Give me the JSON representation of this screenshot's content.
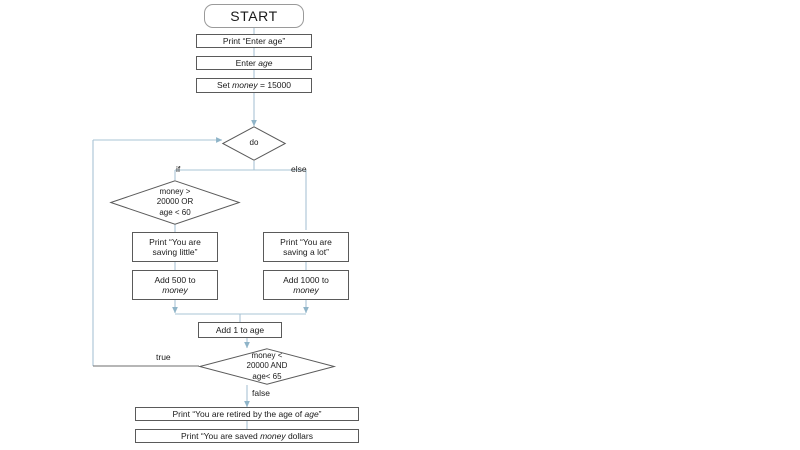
{
  "diagram": {
    "title": "Retirement savings loop flowchart",
    "colors": {
      "wire_light": "#a8c4d4",
      "wire_dark": "#595959",
      "box_border": "#5a5a5a",
      "terminal_border": "#9a9a9a",
      "text": "#1a1a1a",
      "background": "#ffffff"
    },
    "nodes": {
      "start": {
        "label": "START",
        "shape": "terminal"
      },
      "print_enter_age": {
        "pre": "Print “Enter age”",
        "shape": "process"
      },
      "enter_age": {
        "pre": "Enter ",
        "ital": "age",
        "post": "",
        "shape": "process"
      },
      "set_money": {
        "pre": "Set ",
        "ital": "money",
        "post": " =  15000",
        "shape": "process"
      },
      "do": {
        "label": "do",
        "shape": "decision"
      },
      "if_condition": {
        "shape": "decision",
        "lines": [
          "money >",
          "20000  OR",
          "age < 60"
        ]
      },
      "print_saving_little": {
        "lines": [
          "Print “You are",
          "saving little”"
        ],
        "shape": "process"
      },
      "add_500": {
        "pre": "Add 500 to",
        "ital": "money",
        "shape": "process"
      },
      "print_saving_a_lot": {
        "lines": [
          "Print “You are",
          "saving a lot”"
        ],
        "shape": "process"
      },
      "add_1000": {
        "pre": "Add 1000 to",
        "ital": "money",
        "shape": "process"
      },
      "add_1_to_age": {
        "label": "Add 1 to age",
        "shape": "process"
      },
      "while_condition": {
        "shape": "decision",
        "lines": [
          "money  <",
          "20000 AND",
          "age< 65"
        ]
      },
      "print_retired": {
        "pre": "Print “You are retired by the age of ",
        "ital": "age",
        "post": "”",
        "shape": "process"
      },
      "print_saved": {
        "pre": "Print “You are saved ",
        "ital": "money",
        "post": "  dollars",
        "shape": "process"
      }
    },
    "edge_labels": {
      "if": "if",
      "else": "else",
      "true": "true",
      "false": "false"
    }
  }
}
